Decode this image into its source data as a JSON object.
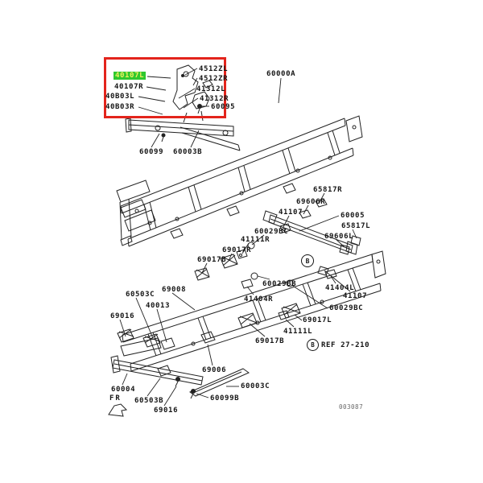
{
  "doc": {
    "type": "chassis-frame-parts-diagram"
  },
  "colors": {
    "selection_box": "#e3241c",
    "highlight_bg": "#2ec82e",
    "highlight_text": "#eef05e",
    "line_art": "#222222"
  },
  "labels": [
    {
      "text": "40107L",
      "highlighted": true
    },
    {
      "text": "40107R"
    },
    {
      "text": "40B03L"
    },
    {
      "text": "40B03R"
    },
    {
      "text": "4512ZL"
    },
    {
      "text": "4512ZR"
    },
    {
      "text": "41312L"
    },
    {
      "text": "41312R"
    },
    {
      "text": "60095"
    },
    {
      "text": "60099"
    },
    {
      "text": "60003B"
    },
    {
      "text": "60000A"
    },
    {
      "text": "65817R"
    },
    {
      "text": "69606R"
    },
    {
      "text": "41107"
    },
    {
      "text": "60005"
    },
    {
      "text": "65817L"
    },
    {
      "text": "69606L"
    },
    {
      "text": "60029BC"
    },
    {
      "text": "41111R"
    },
    {
      "text": "69017R"
    },
    {
      "text": "69017B"
    },
    {
      "text": "60029BB"
    },
    {
      "text": "41404R"
    },
    {
      "text": "41404L"
    },
    {
      "text": "41107"
    },
    {
      "text": "60029BC"
    },
    {
      "text": "69017L"
    },
    {
      "text": "41111L"
    },
    {
      "text": "69017B"
    },
    {
      "text": "60503C"
    },
    {
      "text": "69008"
    },
    {
      "text": "40013"
    },
    {
      "text": "69016"
    },
    {
      "text": "69006"
    },
    {
      "text": "60004"
    },
    {
      "text": "60003C"
    },
    {
      "text": "60099B"
    },
    {
      "text": "60503B"
    },
    {
      "text": "69016"
    }
  ],
  "ref_note": {
    "badge": "B",
    "text": "REF 27-210"
  },
  "frame_badge": {
    "label": "B"
  },
  "fr_marker": {
    "text": "FR"
  },
  "sheet_code": "003087"
}
